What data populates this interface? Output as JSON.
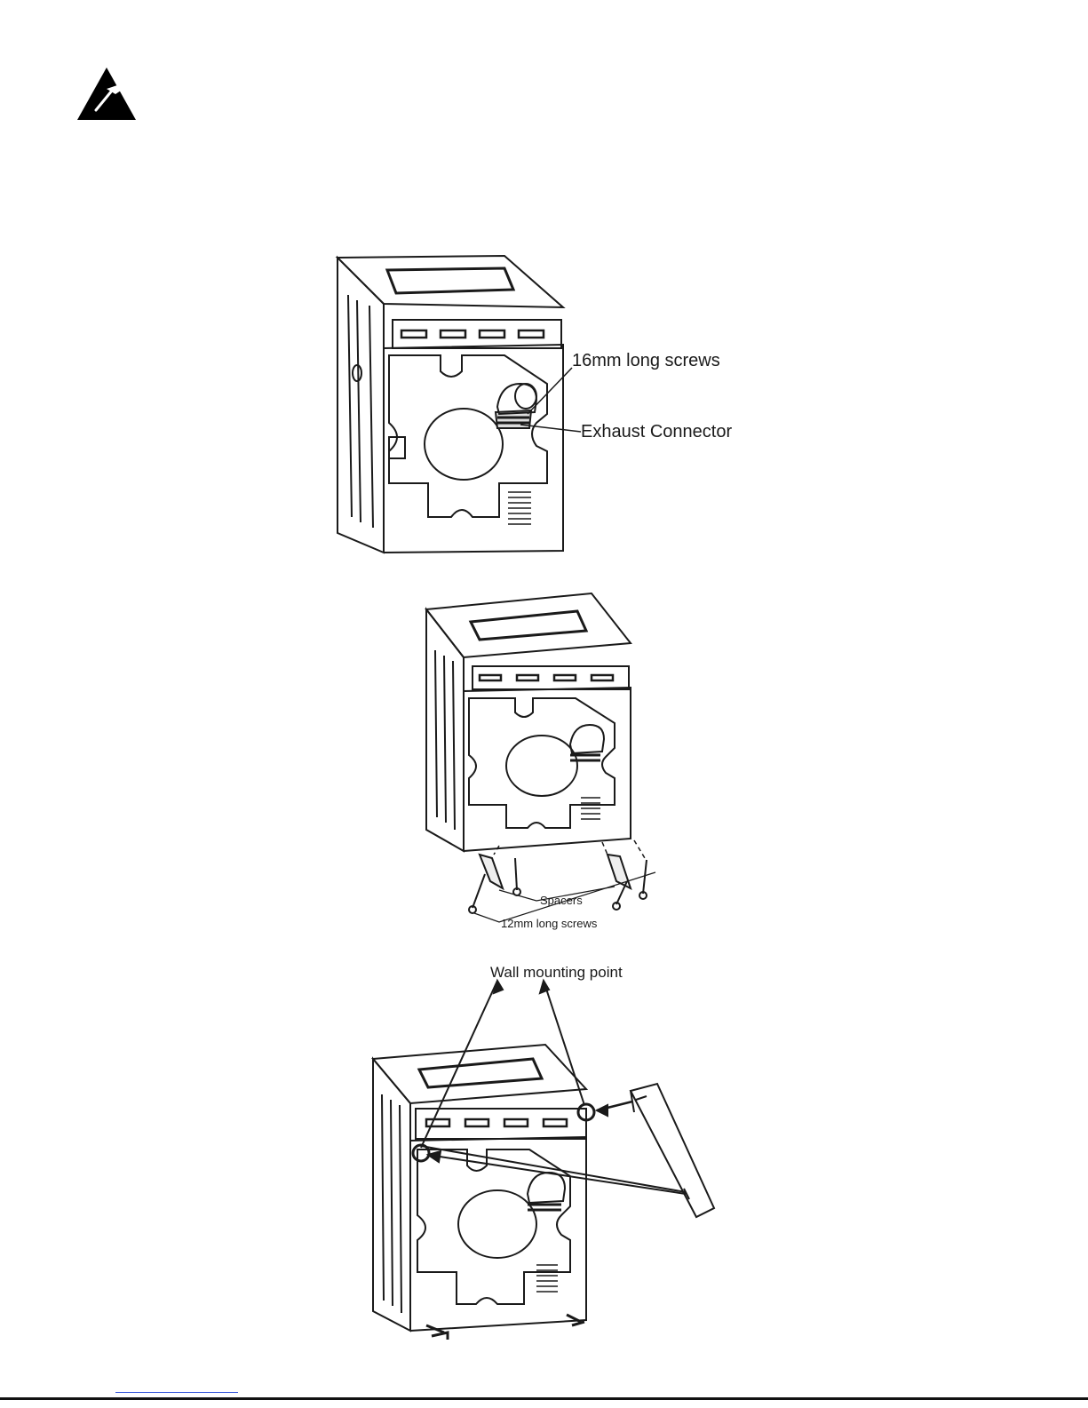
{
  "fig1": {
    "label_screws": "16mm long screws",
    "label_connector": "Exhaust Connector"
  },
  "fig2": {
    "label_spacers": "Spacers",
    "label_screws": "12mm long screws"
  },
  "fig3": {
    "label_mount": "Wall mounting point"
  },
  "icons": {
    "warning": "hammer-warning-icon"
  }
}
